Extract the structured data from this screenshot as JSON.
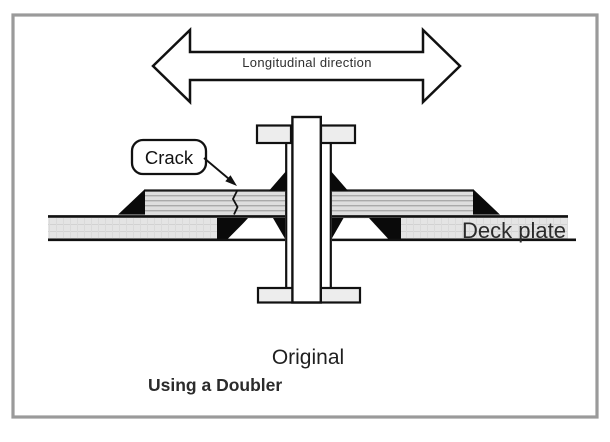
{
  "figure": {
    "arrow_label": "Longitudinal direction",
    "crack_label": "Crack",
    "deck_plate_label": "Deck plate",
    "caption": "Original",
    "subcaption": "Using a Doubler"
  },
  "colors": {
    "frame": "#9a9a9a",
    "line": "#111111",
    "weld": "#0a0a0a",
    "flange_fill": "#ededed",
    "doubler_fill": "#dedede",
    "doubler_stripe": "#aaaaaa",
    "deck_fill": "#e4e4e4",
    "text": "#2b2b2b",
    "background": "#ffffff"
  }
}
